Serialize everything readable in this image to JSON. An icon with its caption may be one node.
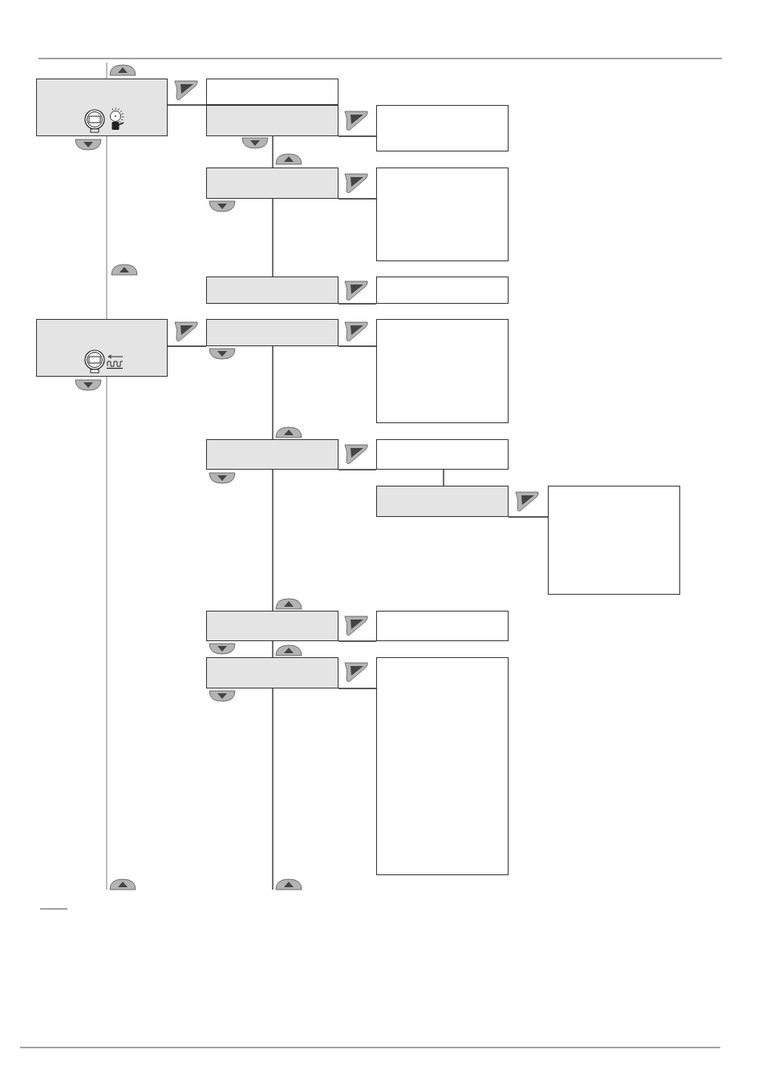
{
  "diagram": {
    "nodes": [
      {
        "text": [],
        "shape": "box"
      },
      {
        "text": [],
        "shape": "box"
      },
      {
        "text": [],
        "shape": "box"
      },
      {
        "text": [],
        "shape": "box"
      },
      {
        "text": [],
        "shape": "box"
      },
      {
        "text": [],
        "shape": "box"
      },
      {
        "text": [],
        "shape": "box"
      },
      {
        "text": [],
        "shape": "box"
      },
      {
        "text": [],
        "shape": "box"
      },
      {
        "text": [],
        "shape": "box"
      },
      {
        "text": [],
        "shape": "box"
      },
      {
        "text": [],
        "shape": "box"
      },
      {
        "text": [],
        "shape": "box"
      },
      {
        "text": [],
        "shape": "box"
      },
      {
        "text": [],
        "shape": "box"
      },
      {
        "text": [],
        "shape": "box"
      },
      {
        "text": [],
        "shape": "box"
      },
      {
        "text": [],
        "shape": "box"
      },
      {
        "text": [],
        "shape": "box"
      }
    ],
    "edges": [
      {
        "from": null,
        "to": 0,
        "arrow": "none",
        "color": "#999999"
      },
      {
        "from": 0,
        "to": 2,
        "arrow": "none"
      },
      {
        "from": 2,
        "to": 3,
        "arrow": "none"
      },
      {
        "from": 2,
        "to": 4,
        "arrow": "none"
      },
      {
        "from": 4,
        "to": 5,
        "arrow": "none"
      },
      {
        "from": 4,
        "to": 6,
        "arrow": "none"
      },
      {
        "from": 6,
        "to": 7,
        "arrow": "none"
      },
      {
        "from": 0,
        "to": 8,
        "arrow": "none",
        "color": "#999999"
      },
      {
        "from": 8,
        "to": null,
        "arrow": "none",
        "color": "#999999"
      },
      {
        "from": 8,
        "to": 9,
        "arrow": "none"
      },
      {
        "from": 9,
        "to": 10,
        "arrow": "none"
      },
      {
        "from": 9,
        "to": 11,
        "arrow": "none"
      },
      {
        "from": 11,
        "to": 12,
        "arrow": "none"
      },
      {
        "from": 12,
        "to": 13,
        "arrow": "none"
      },
      {
        "from": 13,
        "to": 14,
        "arrow": "none"
      },
      {
        "from": 11,
        "to": 15,
        "arrow": "none"
      },
      {
        "from": 15,
        "to": 16,
        "arrow": "none"
      },
      {
        "from": 15,
        "to": 17,
        "arrow": "none"
      },
      {
        "from": 17,
        "to": 18,
        "arrow": "none"
      },
      {
        "from": 17,
        "to": null,
        "arrow": "none"
      }
    ]
  }
}
